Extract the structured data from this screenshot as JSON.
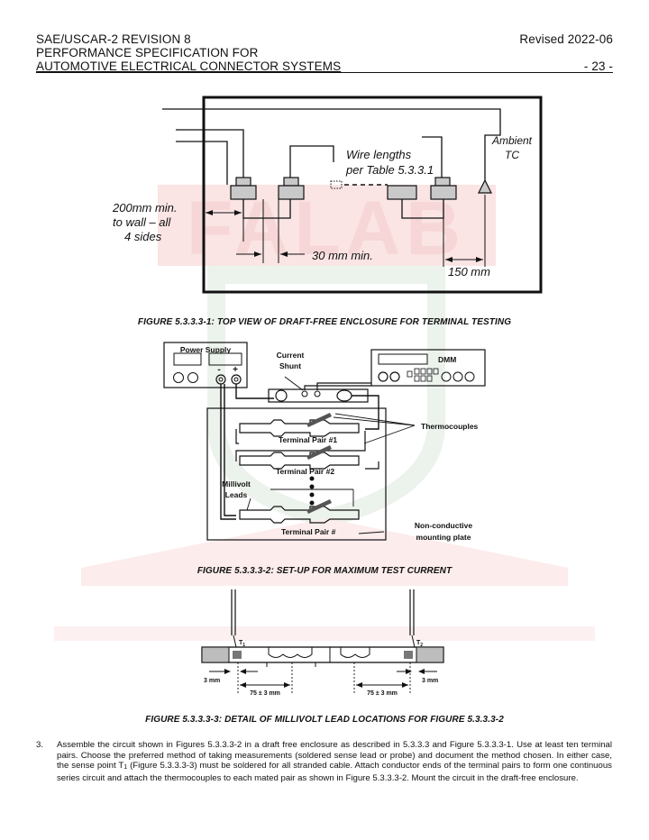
{
  "header": {
    "line1": "SAE/USCAR-2 REVISION 8",
    "line2": "PERFORMANCE SPECIFICATION FOR",
    "line3": "AUTOMOTIVE ELECTRICAL CONNECTOR SYSTEMS",
    "revised": "Revised 2022-06",
    "page": "- 23 -"
  },
  "watermark": {
    "text": "FALAB"
  },
  "figure1": {
    "wire_lengths_1": "Wire lengths",
    "wire_lengths_2": "per Table 5.3.3.1",
    "ambient_1": "Ambient",
    "ambient_2": "TC",
    "wall_1": "200mm min.",
    "wall_2": "to wall – all",
    "wall_3": "4 sides",
    "spacing": "30 mm min.",
    "distance": "150 mm",
    "caption": "FIGURE 5.3.3.3-1: TOP VIEW OF DRAFT-FREE ENCLOSURE FOR TERMINAL TESTING"
  },
  "figure2": {
    "power_supply": "Power Supply",
    "minus": "-",
    "plus": "+",
    "shunt_1": "Current",
    "shunt_2": "Shunt",
    "dmm": "DMM",
    "thermocouples": "Thermocouples",
    "pair1": "Terminal Pair #1",
    "pair2": "Terminal Pair #2",
    "pairn": "Terminal Pair #",
    "millivolt_1": "Millivolt",
    "millivolt_2": "Leads",
    "plate_1": "Non-conductive",
    "plate_2": "mounting plate",
    "caption": "FIGURE 5.3.3.3-2: SET-UP FOR MAXIMUM TEST CURRENT"
  },
  "figure3": {
    "t1": "T",
    "t1_sub": "1",
    "t2": "T",
    "t2_sub": "2",
    "mm3_left": "3 mm",
    "mm3_right": "3 mm",
    "mm75_left": "75 ± 3 mm",
    "mm75_right": "75 ± 3 mm",
    "caption": "FIGURE 5.3.3.3-3: DETAIL OF MILLIVOLT LEAD LOCATIONS FOR FIGURE 5.3.3.3-2"
  },
  "paragraph": {
    "number": "3.",
    "text_a": "Assemble the circuit shown in Figures 5.3.3.3-2 in a draft free enclosure as described in 5.3.3.3 and Figure 5.3.3.3-1. Use at least ten terminal pairs. Choose the preferred method of taking measurements (soldered sense lead or probe) and document the method chosen. In either case, the sense point T",
    "text_sub": "1",
    "text_b": " (Figure 5.3.3.3-3) must be soldered for all stranded cable. Attach conductor ends of the terminal pairs to form one continuous series circuit and attach the thermocouples to each mated pair as shown in Figure 5.3.3.3-2. Mount the circuit in the draft-free enclosure."
  }
}
